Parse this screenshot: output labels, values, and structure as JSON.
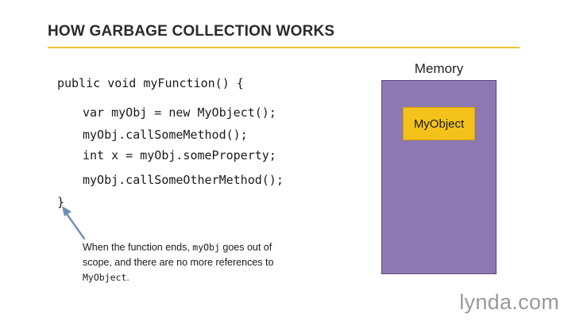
{
  "slide": {
    "title": "HOW GARBAGE COLLECTION WORKS"
  },
  "code": {
    "lines": [
      "public void myFunction() {",
      "var myObj = new MyObject();",
      "myObj.callSomeMethod();",
      "int x = myObj.someProperty;",
      "myObj.callSomeOtherMethod();",
      "}"
    ]
  },
  "note": {
    "part1": "When the function ends, ",
    "code1": "myObj",
    "part2": " goes out of scope, and there are no more references to ",
    "code2": "MyObject",
    "part3": "."
  },
  "memory": {
    "label": "Memory",
    "object_label": "MyObject"
  },
  "branding": {
    "logo_text": "lynda.com"
  },
  "colors": {
    "title_rule": "#f2c230",
    "memory_fill": "#8e78b2",
    "object_fill": "#f4c21a",
    "arrow": "#6f8fb5",
    "logo": "#9a9a9a"
  },
  "icons": {
    "arrow": "arrow-up-left-icon"
  }
}
